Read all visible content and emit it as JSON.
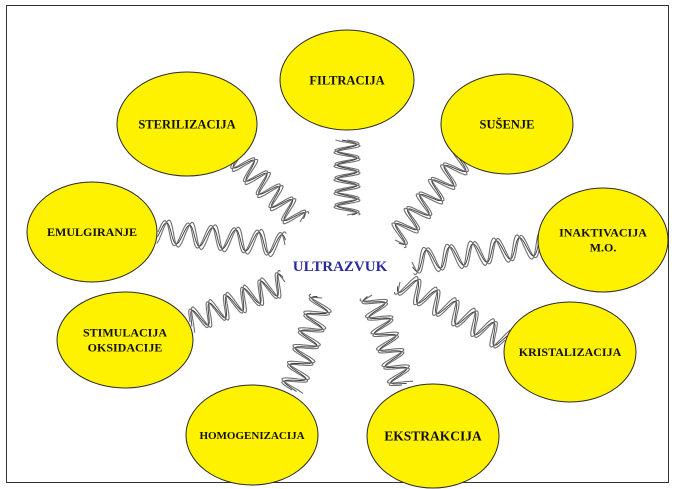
{
  "center": {
    "label": "ULTRAZVUK",
    "color": "#2b2b9e"
  },
  "node_color": "#fff200",
  "nodes": [
    {
      "id": "filtracija",
      "lines": [
        "FILTRACIJA"
      ]
    },
    {
      "id": "susenje",
      "lines": [
        "SUŠENJE"
      ]
    },
    {
      "id": "inaktivacija",
      "lines": [
        "INAKTIVACIJA",
        "M.O."
      ]
    },
    {
      "id": "kristalizacija",
      "lines": [
        "KRISTALIZACIJA"
      ]
    },
    {
      "id": "ekstrakcija",
      "lines": [
        "EKSTRAKCIJA"
      ]
    },
    {
      "id": "homogenizacija",
      "lines": [
        "HOMOGENIZACIJA"
      ]
    },
    {
      "id": "stimulacija",
      "lines": [
        "STIMULACIJA",
        "OKSIDACIJE"
      ]
    },
    {
      "id": "emulgiranje",
      "lines": [
        "EMULGIRANJE"
      ]
    },
    {
      "id": "sterilizacija",
      "lines": [
        "STERILIZACIJA"
      ]
    }
  ]
}
